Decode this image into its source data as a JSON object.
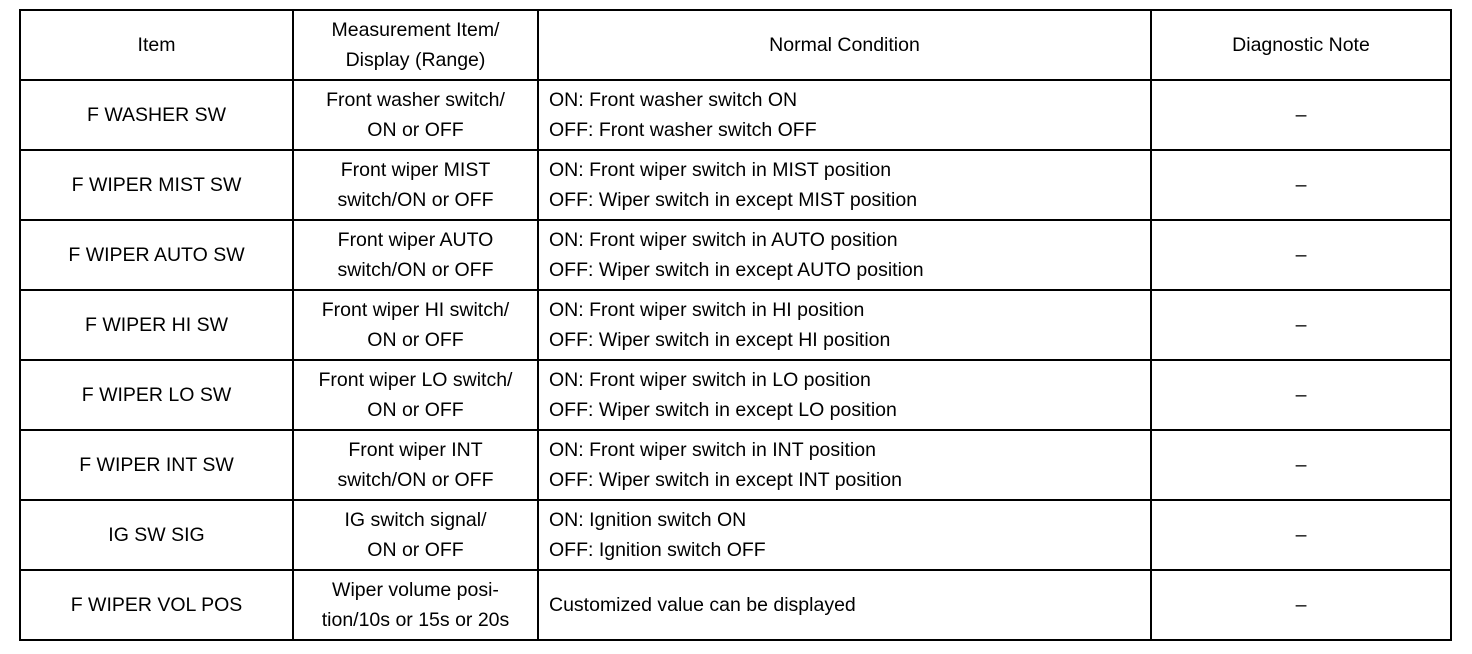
{
  "table": {
    "headers": {
      "item": "Item",
      "measurement_line1": "Measurement Item/",
      "measurement_line2": "Display (Range)",
      "condition": "Normal Condition",
      "note": "Diagnostic Note"
    },
    "rows": [
      {
        "item": "F WASHER SW",
        "meas1": "Front washer switch/",
        "meas2": "ON or OFF",
        "cond1": "ON: Front washer switch ON",
        "cond2": "OFF: Front washer switch OFF",
        "note": "–"
      },
      {
        "item": "F WIPER MIST SW",
        "meas1": "Front wiper MIST",
        "meas2": "switch/ON or OFF",
        "cond1": "ON: Front wiper switch in MIST position",
        "cond2": "OFF: Wiper switch in except MIST position",
        "note": "–"
      },
      {
        "item": "F WIPER AUTO SW",
        "meas1": "Front wiper AUTO",
        "meas2": "switch/ON or OFF",
        "cond1": "ON: Front wiper switch in AUTO position",
        "cond2": "OFF: Wiper switch in except AUTO position",
        "note": "–"
      },
      {
        "item": "F WIPER HI SW",
        "meas1": "Front wiper HI switch/",
        "meas2": "ON or OFF",
        "cond1": "ON: Front wiper switch in HI position",
        "cond2": "OFF: Wiper switch in except HI position",
        "note": "–"
      },
      {
        "item": "F WIPER LO SW",
        "meas1": "Front wiper LO switch/",
        "meas2": "ON or OFF",
        "cond1": "ON: Front wiper switch in LO position",
        "cond2": "OFF: Wiper switch in except LO position",
        "note": "–"
      },
      {
        "item": "F WIPER INT SW",
        "meas1": "Front wiper INT",
        "meas2": "switch/ON or OFF",
        "cond1": "ON: Front wiper switch in INT position",
        "cond2": "OFF: Wiper switch in except INT position",
        "note": "–"
      },
      {
        "item": "IG SW SIG",
        "meas1": "IG switch signal/",
        "meas2": "ON or OFF",
        "cond1": "ON: Ignition switch ON",
        "cond2": "OFF: Ignition switch OFF",
        "note": "–"
      },
      {
        "item": "F WIPER VOL POS",
        "meas1": "Wiper volume posi-",
        "meas2": "tion/10s or 15s or 20s",
        "cond1": "Customized value can be displayed",
        "cond2": "",
        "note": "–"
      }
    ]
  }
}
